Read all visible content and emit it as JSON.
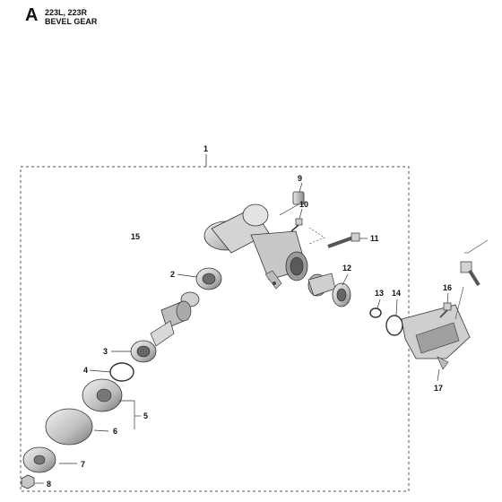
{
  "header": {
    "section_letter": "A",
    "models": "223L, 223R",
    "title": "BEVEL GEAR"
  },
  "callouts": {
    "c1": "1",
    "c2": "2",
    "c3": "3",
    "c4": "4",
    "c5": "5",
    "c6": "6",
    "c7": "7",
    "c8": "8",
    "c9": "9",
    "c10": "10",
    "c11": "11",
    "c12": "12",
    "c13": "13",
    "c14": "14",
    "c15": "15",
    "c16": "16",
    "c17": "17"
  }
}
